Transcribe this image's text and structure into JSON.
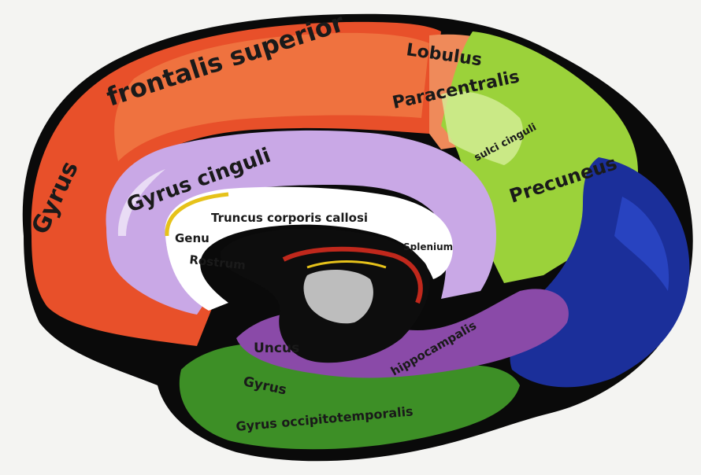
{
  "labels": {
    "gyrus_frontalis_1": "Gyrus",
    "gyrus_frontalis_2": "frontalis superior",
    "lobulus": "Lobulus",
    "paracentralis": "Paracentralis",
    "sulcus_cinguli": "sulci cinguli",
    "gyrus_cinguli": "Gyrus cinguli",
    "precuneus": "Precuneus",
    "truncus": "Truncus corporis callosi",
    "genu": "Genu",
    "rostrum": "Rostrum",
    "splenium": "Splenium",
    "uncus": "Uncus",
    "gyrus_hippo": "Gyrus",
    "hippocampalis": "hippocampalis",
    "occipitotemporalis": "Gyrus occipitotemporalis"
  },
  "colors": {
    "frontal": "#e8502a",
    "frontal_light": "#f07a45",
    "paracentral": "#e9764a",
    "precuneus": "#9bd23a",
    "cingulate": "#c9a8e6",
    "corpus_callosum": "#ffffff",
    "occipital": "#1b2f9a",
    "temporal": "#3d8f26",
    "hippocampal": "#8a4aa8",
    "outline": "#0a0a0a"
  }
}
